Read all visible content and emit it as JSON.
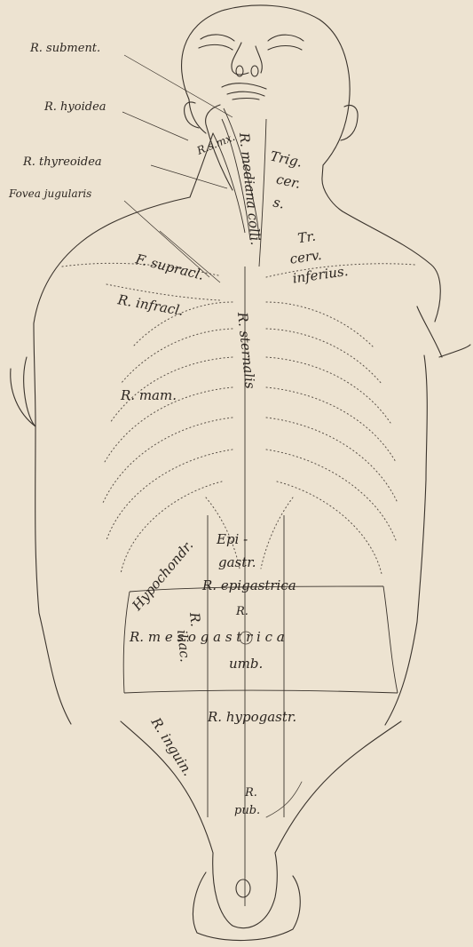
{
  "labels": {
    "submental": "R. subment.",
    "hyoid": "R. hyoidea",
    "thyroid": "R. thyreoidea",
    "jugular_fossa": "Fovea jugularis",
    "rsmx": "R.s.mx.",
    "mediana_colli": "R. mediana colli.",
    "trig_cer_s": "Trig. cer. s.",
    "trig_cer_s_lines": [
      "Trig.",
      "cer.",
      "s."
    ],
    "tr_cerv_inferius": "Tr. cerv. inferius.",
    "tr_cerv_inferius_lines": [
      "Tr.",
      "cerv.",
      "inferius."
    ],
    "fossa_supraclav": "F. supracl.",
    "infraclav": "R. infracl.",
    "sternalis": "R. sternalis",
    "mammaria": "R. mam.",
    "epigastr": "Epi - gastr.",
    "epigastr_lines": [
      "Epi -",
      "gastr."
    ],
    "hypochondr": "Hypochondr.",
    "epigastrica": "R. epigastrica",
    "mesogastrica": "R. m e s o g a s t r i c a",
    "r_above_umb": "R.",
    "umbilical": "umb.",
    "iliac": "R. iliac.",
    "iliac_lines": [
      "R.",
      "iliac."
    ],
    "hypogastr": "R. hypogastr.",
    "inguin": "R. inguin.",
    "pubica": "R. pub.",
    "pubica_lines": [
      "R.",
      "pub."
    ]
  },
  "colors": {
    "paper": "#ede3d1",
    "ink": "#3a332c"
  }
}
